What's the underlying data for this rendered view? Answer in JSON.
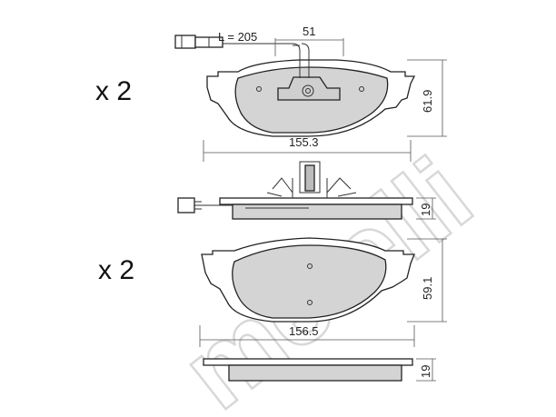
{
  "brand_watermark": "metelli",
  "top_part": {
    "quantity_label": "x 2",
    "cable_length_label": "L = 205",
    "sensor_offset_label": "51",
    "width_label": "155.3",
    "height_label": "61.9",
    "thickness_label": "19"
  },
  "bottom_part": {
    "quantity_label": "x 2",
    "width_label": "156.5",
    "height_label": "59.1",
    "thickness_label": "19"
  },
  "colors": {
    "friction_material": "#d4d4d4",
    "outline": "#222222",
    "watermark": "#d8d8d8"
  }
}
